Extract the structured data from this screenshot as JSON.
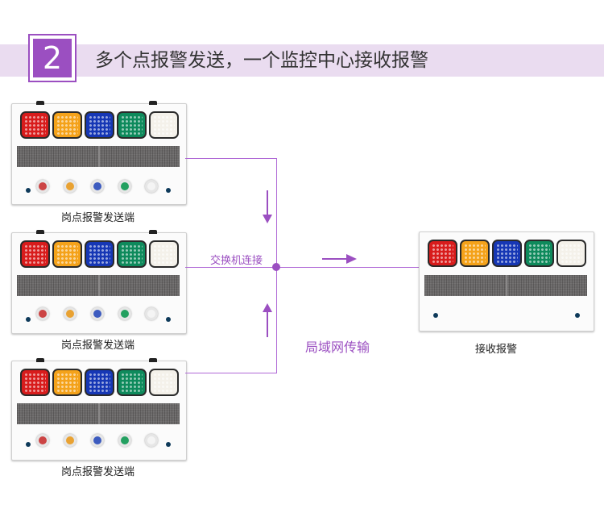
{
  "step_number": "2",
  "title": "多个点报警发送，一个监控中心接收报警",
  "sender_label": "岗点报警发送端",
  "switch_label": "交换机连接",
  "lan_label": "局域网传输",
  "receiver_label": "接收报警",
  "colors": {
    "accent": "#9b4fc1",
    "banner": "#eadcf0",
    "lamp_red": "#d81c1c",
    "lamp_orange": "#f4a21a",
    "lamp_blue": "#1637b5",
    "lamp_green": "#0e8a5c",
    "lamp_white": "#f4f1ea"
  }
}
